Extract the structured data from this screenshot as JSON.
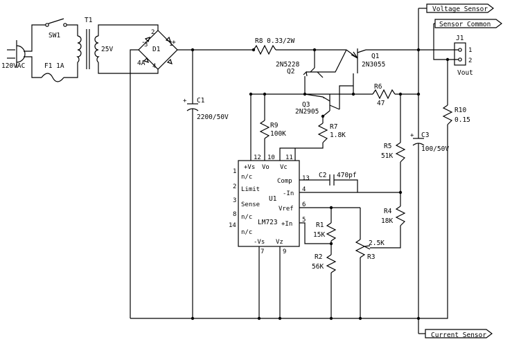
{
  "input": {
    "mains": "120VAC"
  },
  "sw1": {
    "label": "SW1"
  },
  "fuse": {
    "label": "F1 1A"
  },
  "t1": {
    "label": "T1",
    "secondary": "25V"
  },
  "d1": {
    "label": "D1",
    "rating": "4A",
    "pin2": "2",
    "pin3": "3",
    "pin1": "1",
    "pin4": "4",
    "minus": "-",
    "plus": "+"
  },
  "c1": {
    "label": "C1",
    "value": "2200/50V"
  },
  "r8": {
    "label": "R8 0.33/2W"
  },
  "q1": {
    "label": "Q1",
    "part": "2N3055"
  },
  "q2": {
    "part": "2N5228",
    "label": "Q2"
  },
  "q3": {
    "label": "Q3",
    "part": "2N2905"
  },
  "r6": {
    "label": "R6",
    "value": "47"
  },
  "r9": {
    "label": "R9",
    "value": "100K"
  },
  "r7": {
    "label": "R7",
    "value": "1.8K"
  },
  "c3": {
    "label": "C3",
    "value": "100/50V"
  },
  "r5": {
    "label": "R5",
    "value": "51K"
  },
  "r4": {
    "label": "R4",
    "value": "18K"
  },
  "r10": {
    "label": "R10",
    "value": "0.15"
  },
  "c2": {
    "label": "C2",
    "value": "470pf"
  },
  "r1": {
    "label": "R1",
    "value": "15K"
  },
  "r2": {
    "label": "R2",
    "value": "56K"
  },
  "r3": {
    "label": "R3",
    "value": "2.5K"
  },
  "j1": {
    "label": "J1",
    "pin1": "1",
    "pin2": "2",
    "name": "Vout"
  },
  "flags": {
    "voltage": "Voltage Sensor",
    "common": "Sensor Common",
    "current": "Current Sensor"
  },
  "u1": {
    "label": "U1",
    "part": "LM723",
    "pins_left": [
      {
        "num": "1",
        "name": "n/c"
      },
      {
        "num": "2",
        "name": "Limit"
      },
      {
        "num": "3",
        "name": "Sense"
      },
      {
        "num": "8",
        "name": "n/c"
      },
      {
        "num": "14",
        "name": "n/c"
      }
    ],
    "pins_top": [
      {
        "num": "12",
        "name": "+Vs"
      },
      {
        "num": "10",
        "name": "Vo"
      },
      {
        "num": "11",
        "name": "Vc"
      }
    ],
    "pins_right": [
      {
        "num": "13",
        "name": "Comp"
      },
      {
        "num": "4",
        "name": "-In"
      },
      {
        "num": "6",
        "name": "Vref"
      },
      {
        "num": "5",
        "name": "+In"
      }
    ],
    "pins_bottom": [
      {
        "num": "7",
        "name": "-Vs"
      },
      {
        "num": "9",
        "name": "Vz"
      }
    ]
  }
}
